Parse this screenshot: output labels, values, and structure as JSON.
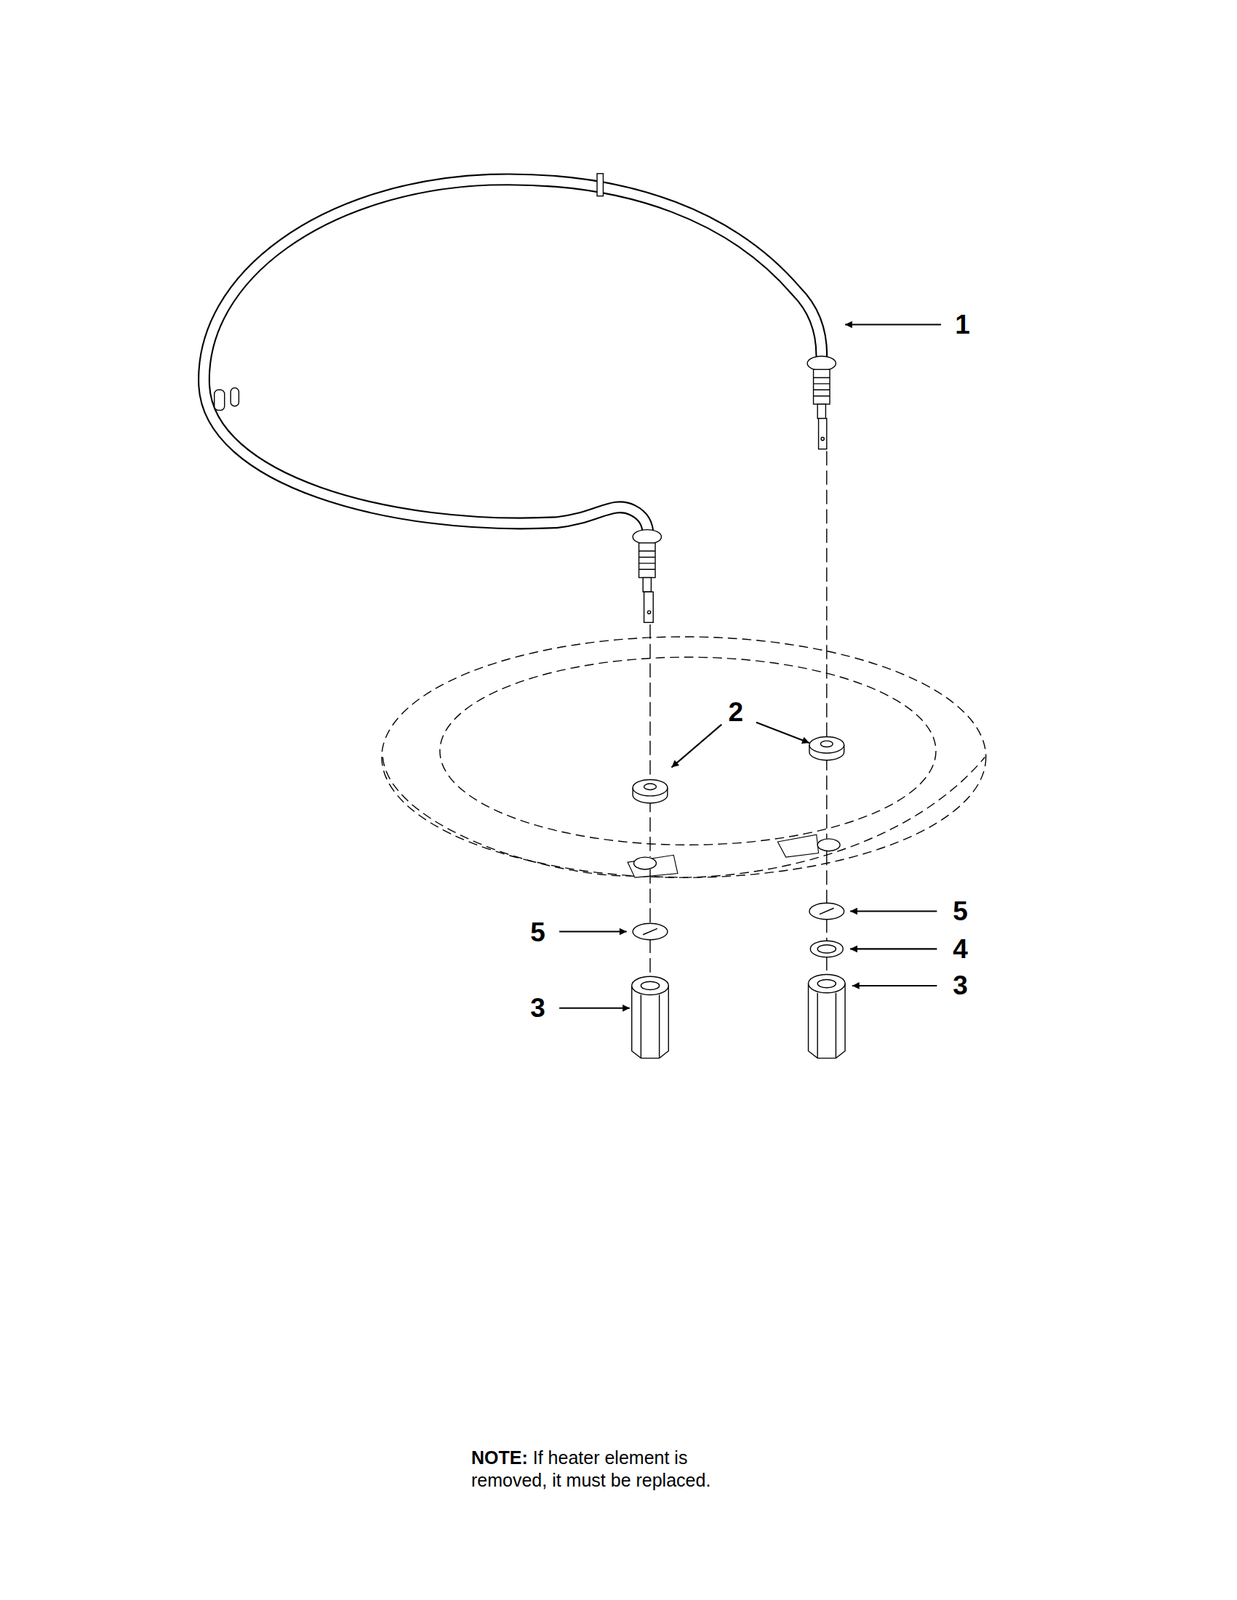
{
  "diagram": {
    "labels": [
      "1",
      "2",
      "5",
      "3",
      "5",
      "4",
      "3",
      "NOTE:",
      "If heater element is removed, it must be replaced."
    ]
  }
}
